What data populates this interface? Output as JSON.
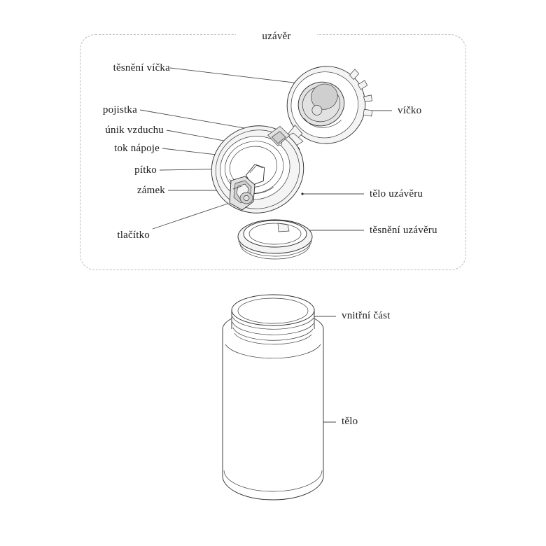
{
  "page": {
    "background_color": "#ffffff",
    "line_color": "#2a2a2a",
    "dash_border_color": "#b9b9bd",
    "text_color": "#1b1b1b"
  },
  "cap_section": {
    "title": "uzávěr",
    "labels_left": [
      {
        "id": "lid-seal",
        "text": "těsnění víčka"
      },
      {
        "id": "safety-catch",
        "text": "pojistka"
      },
      {
        "id": "air-vent",
        "text": "únik vzduchu"
      },
      {
        "id": "drink-flow",
        "text": "tok nápoje"
      },
      {
        "id": "spout",
        "text": "pítko"
      },
      {
        "id": "lock",
        "text": "zámek"
      },
      {
        "id": "button",
        "text": "tlačítko"
      }
    ],
    "labels_right": [
      {
        "id": "lid",
        "text": "víčko"
      },
      {
        "id": "cap-body",
        "text": "tělo uzávěru"
      },
      {
        "id": "cap-gasket",
        "text": "těsnění uzávěru"
      }
    ]
  },
  "bottle_section": {
    "labels_right": [
      {
        "id": "inner-part",
        "text": "vnitřní část"
      },
      {
        "id": "body",
        "text": "tělo"
      }
    ]
  }
}
